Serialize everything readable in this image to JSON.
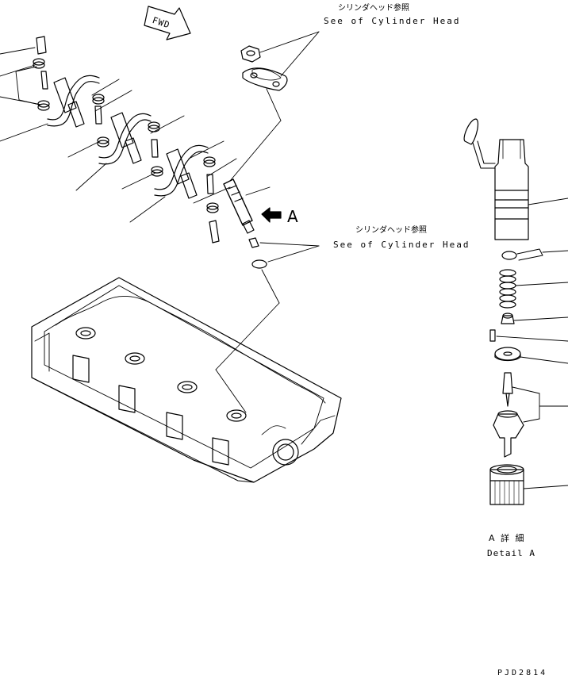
{
  "labels": {
    "ref_top_jp": "シリンダヘッド参照",
    "ref_top_en": "See of Cylinder Head",
    "ref_mid_jp": "シリンダヘッド参照",
    "ref_mid_en": "See of Cylinder Head",
    "view_marker": "A",
    "fwd": "FWD",
    "detail_jp": "A 詳 細",
    "detail_en": "Detail A",
    "drawing_code": "PJD2814"
  }
}
